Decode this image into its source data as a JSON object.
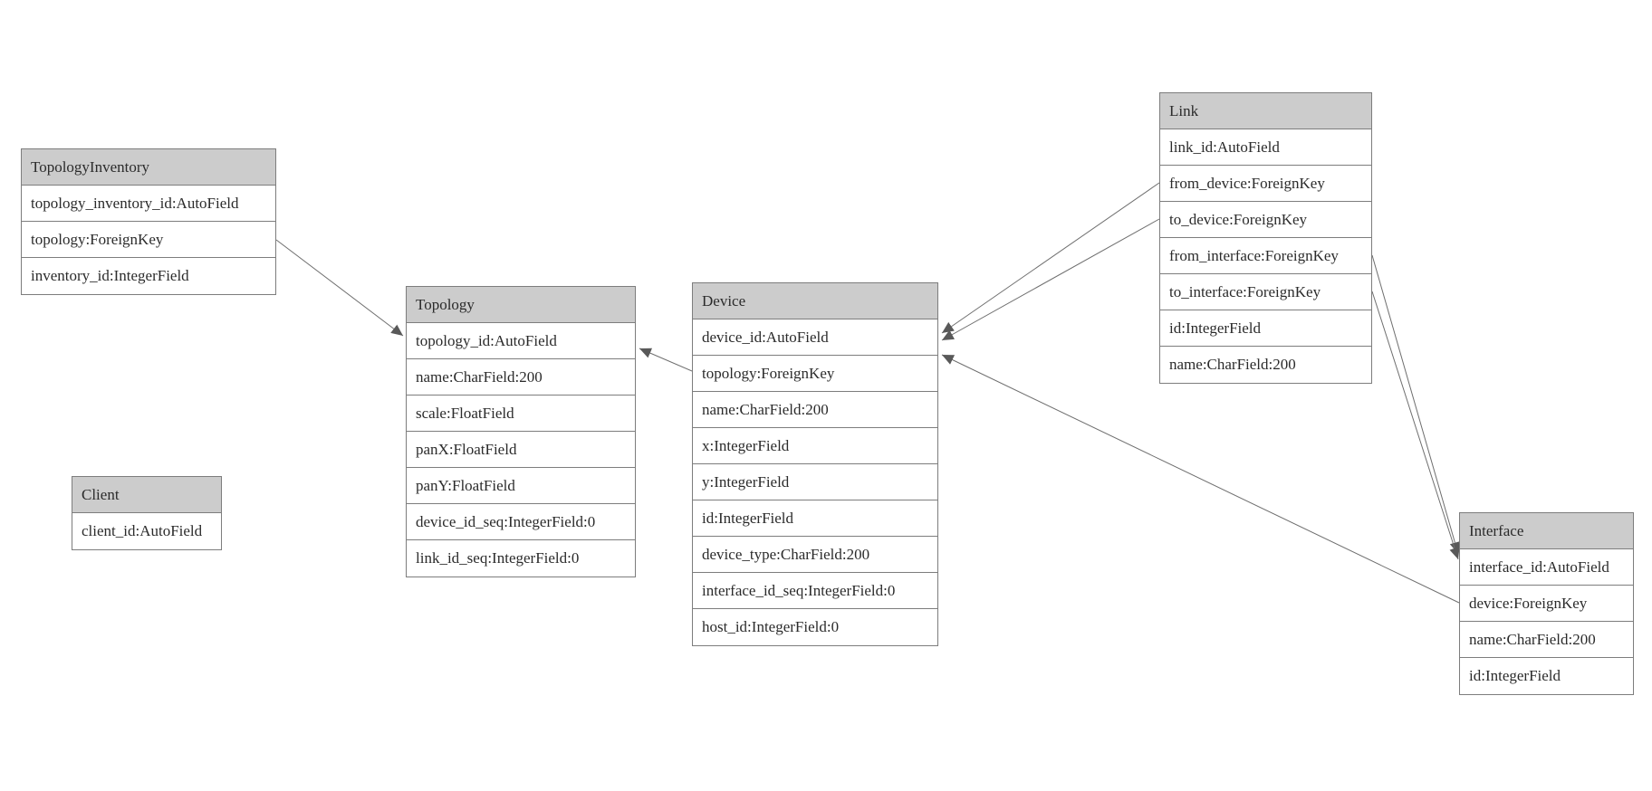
{
  "diagram": {
    "background": "#ffffff",
    "edge_color": "#6e6e6e",
    "arrow_color": "#595959",
    "table_border_color": "#7d7d7d",
    "header_bg": "#cccccc",
    "text_color": "#2b2b2b"
  },
  "tables": [
    {
      "name": "TopologyInventory",
      "rows": [
        "topology_inventory_id:AutoField",
        "topology:ForeignKey",
        "inventory_id:IntegerField"
      ]
    },
    {
      "name": "Topology",
      "rows": [
        "topology_id:AutoField",
        "name:CharField:200",
        "scale:FloatField",
        "panX:FloatField",
        "panY:FloatField",
        "device_id_seq:IntegerField:0",
        "link_id_seq:IntegerField:0"
      ]
    },
    {
      "name": "Client",
      "rows": [
        "client_id:AutoField"
      ]
    },
    {
      "name": "Device",
      "rows": [
        "device_id:AutoField",
        "topology:ForeignKey",
        "name:CharField:200",
        "x:IntegerField",
        "y:IntegerField",
        "id:IntegerField",
        "device_type:CharField:200",
        "interface_id_seq:IntegerField:0",
        "host_id:IntegerField:0"
      ]
    },
    {
      "name": "Link",
      "rows": [
        "link_id:AutoField",
        "from_device:ForeignKey",
        "to_device:ForeignKey",
        "from_interface:ForeignKey",
        "to_interface:ForeignKey",
        "id:IntegerField",
        "name:CharField:200"
      ]
    },
    {
      "name": "Interface",
      "rows": [
        "interface_id:AutoField",
        "device:ForeignKey",
        "name:CharField:200",
        "id:IntegerField"
      ]
    }
  ],
  "relationships": [
    {
      "from": "TopologyInventory.topology",
      "to": "Topology"
    },
    {
      "from": "Device.topology",
      "to": "Topology"
    },
    {
      "from": "Link.from_device",
      "to": "Device"
    },
    {
      "from": "Link.to_device",
      "to": "Device"
    },
    {
      "from": "Link.from_interface",
      "to": "Interface"
    },
    {
      "from": "Link.to_interface",
      "to": "Interface"
    },
    {
      "from": "Interface.device",
      "to": "Device"
    }
  ]
}
